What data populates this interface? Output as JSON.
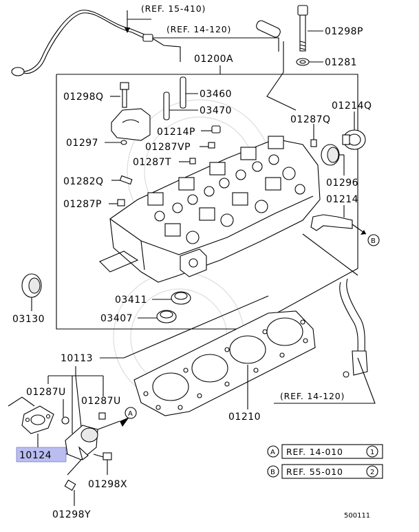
{
  "refs": {
    "ref_15_410": "(REF. 15-410)",
    "ref_14_120_top": "(REF. 14-120)",
    "ref_14_120_bottom": "(REF. 14-120)"
  },
  "labels": {
    "p01298P": "01298P",
    "p01281": "01281",
    "p01200A": "01200A",
    "p01298Q": "01298Q",
    "p03460": "03460",
    "p03470": "03470",
    "p01214P": "01214P",
    "p01287Q": "01287Q",
    "p01214Q": "01214Q",
    "p01297": "01297",
    "p01287VP": "01287VP",
    "p01287T": "01287T",
    "p01296": "01296",
    "p01282Q": "01282Q",
    "p01214": "01214",
    "p01287P": "01287P",
    "p03411": "03411",
    "p03130": "03130",
    "p03407": "03407",
    "p10113": "10113",
    "p01287U_left": "01287U",
    "p01287U_right": "01287U",
    "p01210": "01210",
    "p10124": "10124",
    "p01298X": "01298X",
    "p01298Y": "01298Y"
  },
  "highlight_color": "#b9bdf0",
  "callouts": {
    "A": "A",
    "B": "B"
  },
  "legend": [
    {
      "letter": "A",
      "text": "REF. 14-010",
      "num": "1"
    },
    {
      "letter": "B",
      "text": "REF. 55-010",
      "num": "2"
    }
  ],
  "figure_id": "500111"
}
